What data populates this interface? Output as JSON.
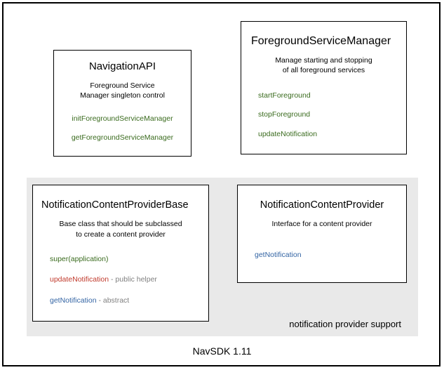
{
  "diagram": {
    "footer": "NavSDK 1.11",
    "group_panel": {
      "label": "notification provider support"
    },
    "colors": {
      "method_green": "#3a6b1e",
      "method_red": "#c0392b",
      "method_blue": "#3465a4",
      "annotation_gray": "#808080",
      "panel_background": "#e9e9e9",
      "border": "#000000"
    },
    "cards": {
      "navigation_api": {
        "title": "NavigationAPI",
        "description_line1": "Foreground Service",
        "description_line2": "Manager singleton control",
        "methods": [
          {
            "name": "initForegroundServiceManager",
            "color": "green",
            "note": ""
          },
          {
            "name": "getForegroundServiceManager",
            "color": "green",
            "note": ""
          }
        ]
      },
      "foreground_service_manager": {
        "title": "ForegroundServiceManager",
        "description_line1": "Manage starting and stopping",
        "description_line2": "of all foreground services",
        "methods": [
          {
            "name": "startForeground",
            "color": "green",
            "note": ""
          },
          {
            "name": "stopForeground",
            "color": "green",
            "note": ""
          },
          {
            "name": "updateNotification",
            "color": "green",
            "note": ""
          }
        ]
      },
      "notification_content_provider_base": {
        "title": "NotificationContentProviderBase",
        "description_line1": "Base class that should be subclassed",
        "description_line2": "to create a content provider",
        "methods": [
          {
            "name": "super(application)",
            "color": "green",
            "note": ""
          },
          {
            "name": "updateNotification",
            "color": "red",
            "note": " - public helper"
          },
          {
            "name": "getNotification",
            "color": "blue",
            "note": " - abstract"
          }
        ]
      },
      "notification_content_provider": {
        "title": "NotificationContentProvider",
        "description_line1": "Interface for a content provider",
        "description_line2": "",
        "methods": [
          {
            "name": "getNotification",
            "color": "blue",
            "note": ""
          }
        ]
      }
    }
  }
}
